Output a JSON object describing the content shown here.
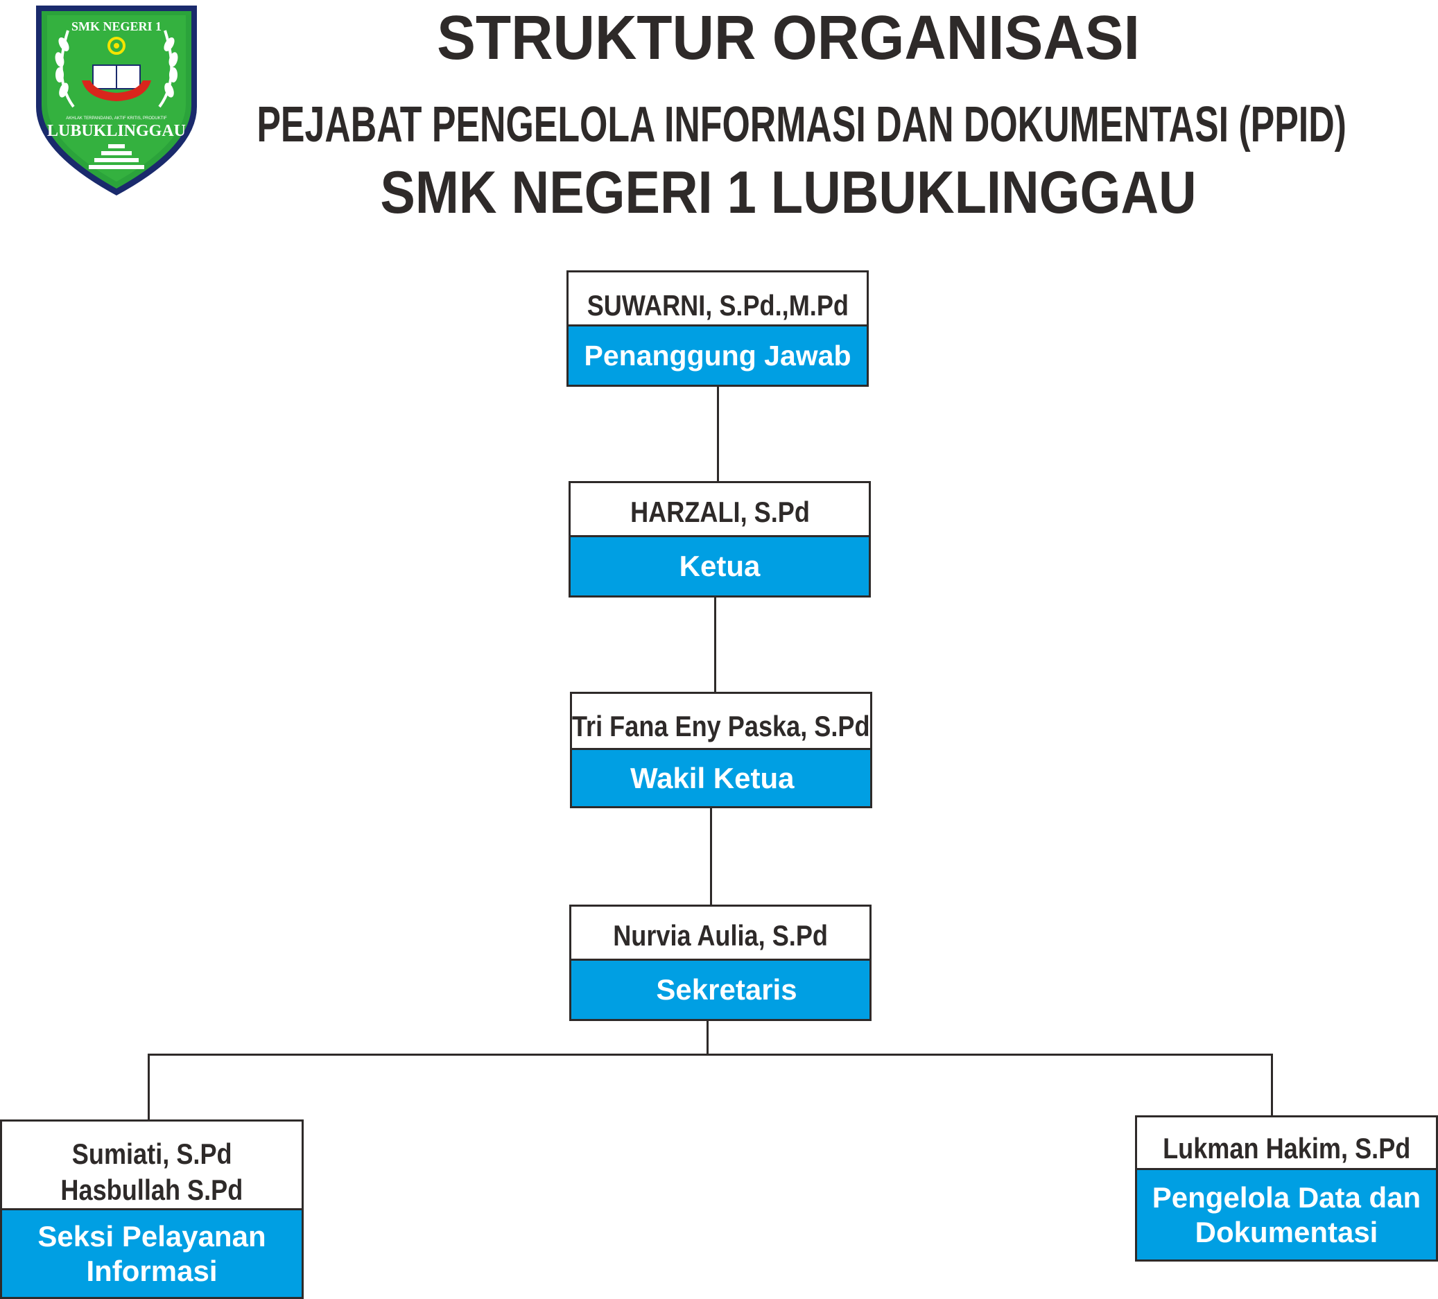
{
  "header": {
    "title": "STRUKTUR ORGANISASI",
    "subtitle": "PEJABAT PENGELOLA INFORMASI  DAN DOKUMENTASI (PPID)",
    "school": "SMK NEGERI 1 LUBUKLINGGAU"
  },
  "logo": {
    "top_text": "SMK NEGERI 1",
    "motto": "AKHLAK TERPANDANG, AKTIF KRITIS, PRODUKTIF",
    "bottom_text": "LUBUKLINGGAU",
    "colors": {
      "shield_border": "#1a2a6c",
      "shield_fill": "#2ba33b",
      "emblem_red": "#d9261c",
      "emblem_yellow": "#f5e400",
      "text_white": "#ffffff"
    }
  },
  "org_chart": {
    "penanggung_jawab": {
      "name": "SUWARNI, S.Pd.,M.Pd",
      "role": "Penanggung Jawab"
    },
    "ketua": {
      "name": "HARZALI, S.Pd",
      "role": "Ketua"
    },
    "wakil_ketua": {
      "name": "Tri Fana Eny Paska, S.Pd",
      "role": "Wakil Ketua"
    },
    "sekretaris": {
      "name": "Nurvia Aulia, S.Pd",
      "role": "Sekretaris"
    },
    "seksi_pelayanan": {
      "name_line1": "Sumiati,  S.Pd",
      "name_line2": "Hasbullah S.Pd",
      "role_line1": "Seksi Pelayanan",
      "role_line2": "Informasi"
    },
    "pengelola_data": {
      "name": "Lukman Hakim, S.Pd",
      "role_line1": "Pengelola Data dan",
      "role_line2": "Dokumentasi"
    }
  },
  "colors": {
    "role_bar": "#009fe3",
    "text_dark": "#2e2a29",
    "line": "#2e2a29"
  }
}
